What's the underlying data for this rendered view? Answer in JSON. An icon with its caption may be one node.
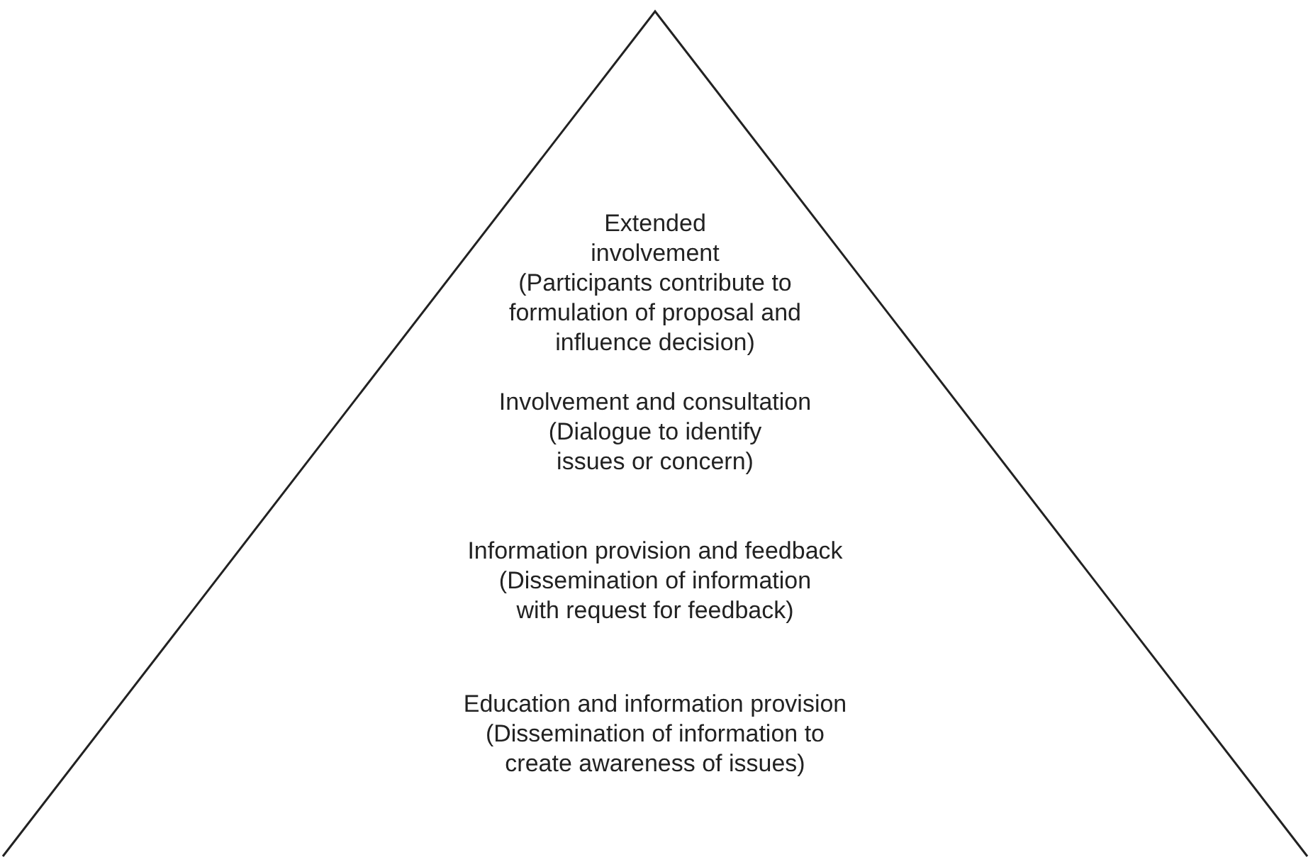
{
  "diagram": {
    "nodes": [
      {
        "text": [
          "Extended involvement",
          "(Participants contribute to formulation of proposal and influence decision)",
          "Involvement and consultation",
          "(Dialogue to identify issues or concern)",
          "Information provision and feedback",
          "(Dissemination of information with request for feedback)",
          "Education and information provision",
          "(Dissemination of information to create awareness of issues)"
        ]
      }
    ],
    "edges": []
  }
}
